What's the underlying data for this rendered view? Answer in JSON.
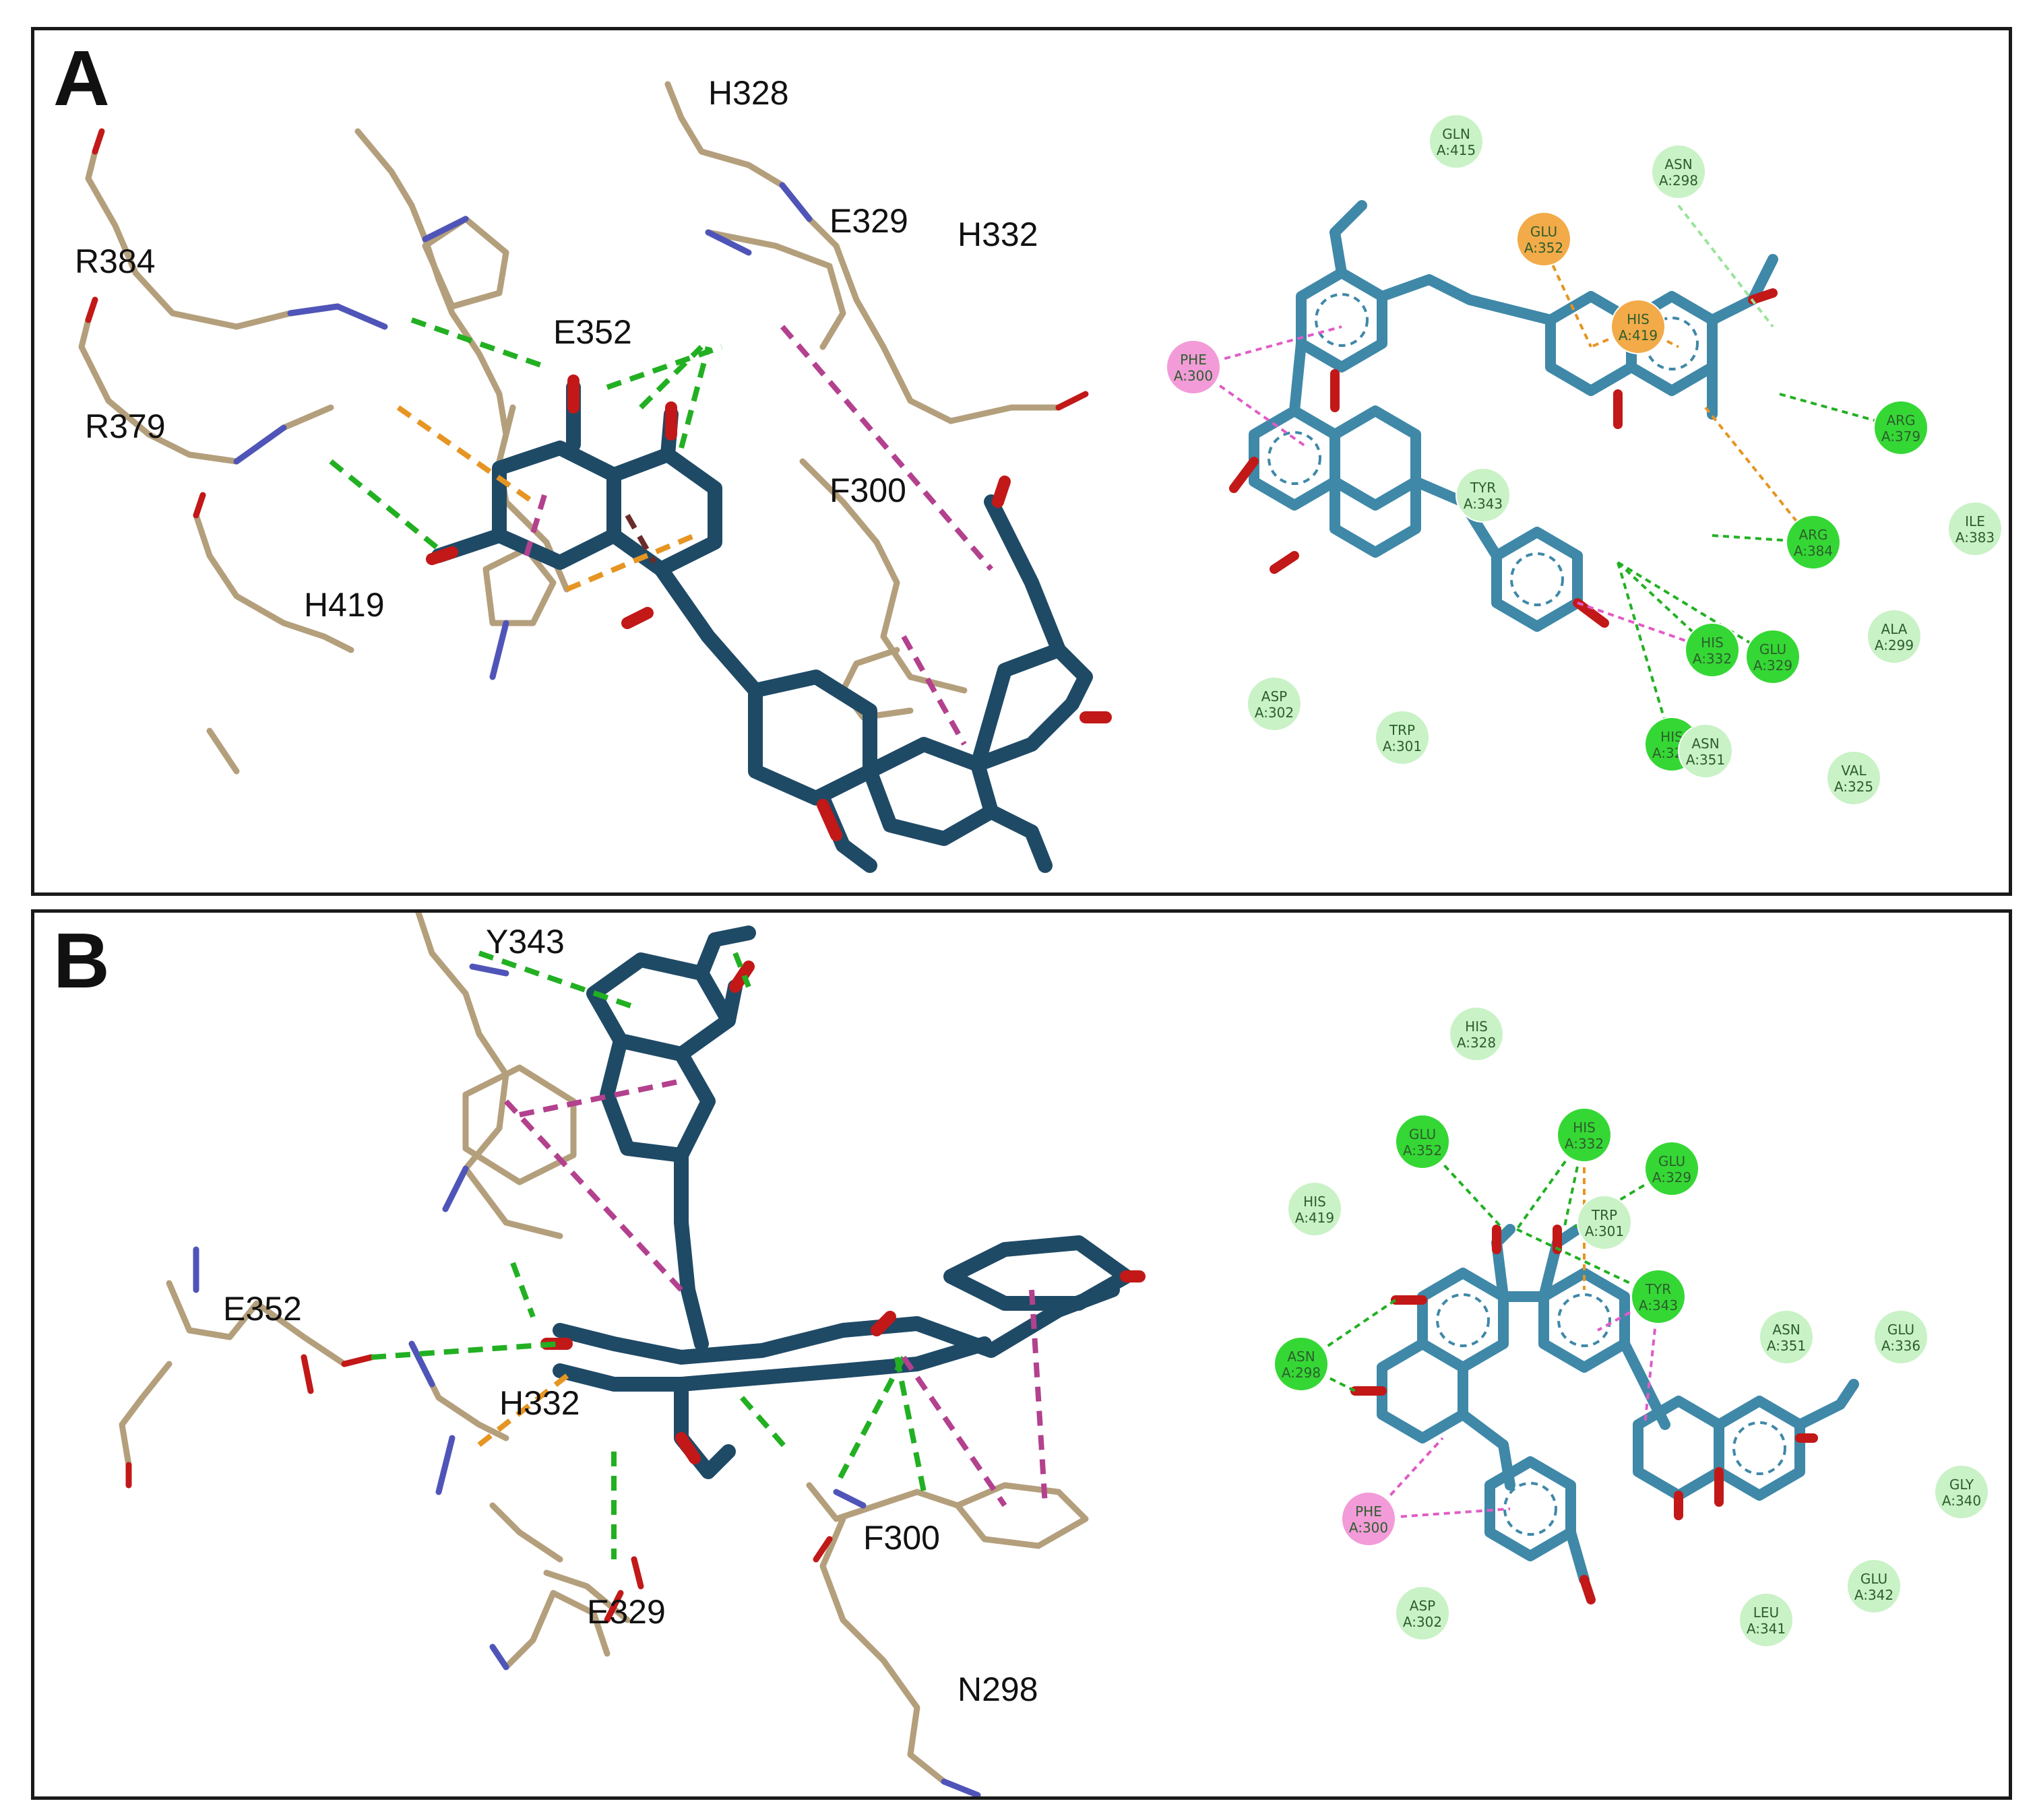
{
  "panels": {
    "a": {
      "letter": "A",
      "labels_3d": {
        "h328": "H328",
        "r384": "R384",
        "e329": "E329",
        "h332": "H332",
        "e352": "E352",
        "r379": "R379",
        "f300": "F300",
        "h419": "H419"
      },
      "residues_2d": {
        "gln415": {
          "name": "GLN",
          "id": "A:415",
          "kind": "vdw"
        },
        "asn298": {
          "name": "ASN",
          "id": "A:298",
          "kind": "vdw"
        },
        "glu352": {
          "name": "GLU",
          "id": "A:352",
          "kind": "pi-anion"
        },
        "his419": {
          "name": "HIS",
          "id": "A:419",
          "kind": "pi-anion"
        },
        "phe300": {
          "name": "PHE",
          "id": "A:300",
          "kind": "pi-pi"
        },
        "arg379": {
          "name": "ARG",
          "id": "A:379",
          "kind": "hbond"
        },
        "tyr343": {
          "name": "TYR",
          "id": "A:343",
          "kind": "vdw"
        },
        "ile383": {
          "name": "ILE",
          "id": "A:383",
          "kind": "vdw"
        },
        "arg384": {
          "name": "ARG",
          "id": "A:384",
          "kind": "hbond"
        },
        "his332": {
          "name": "HIS",
          "id": "A:332",
          "kind": "hbond"
        },
        "glu329": {
          "name": "GLU",
          "id": "A:329",
          "kind": "hbond"
        },
        "ala299": {
          "name": "ALA",
          "id": "A:299",
          "kind": "vdw"
        },
        "asp302": {
          "name": "ASP",
          "id": "A:302",
          "kind": "vdw"
        },
        "trp301": {
          "name": "TRP",
          "id": "A:301",
          "kind": "vdw"
        },
        "his328": {
          "name": "HIS",
          "id": "A:328",
          "kind": "hbond"
        },
        "asn351": {
          "name": "ASN",
          "id": "A:351",
          "kind": "vdw"
        },
        "val325": {
          "name": "VAL",
          "id": "A:325",
          "kind": "vdw"
        }
      }
    },
    "b": {
      "letter": "B",
      "labels_3d": {
        "y343": "Y343",
        "e352": "E352",
        "h332": "H332",
        "f300": "F300",
        "e329": "E329",
        "n298": "N298"
      },
      "residues_2d": {
        "his328": {
          "name": "HIS",
          "id": "A:328",
          "kind": "vdw"
        },
        "glu352": {
          "name": "GLU",
          "id": "A:352",
          "kind": "hbond"
        },
        "his332": {
          "name": "HIS",
          "id": "A:332",
          "kind": "hbond"
        },
        "glu329": {
          "name": "GLU",
          "id": "A:329",
          "kind": "hbond"
        },
        "his419": {
          "name": "HIS",
          "id": "A:419",
          "kind": "vdw"
        },
        "trp301": {
          "name": "TRP",
          "id": "A:301",
          "kind": "vdw"
        },
        "tyr343": {
          "name": "TYR",
          "id": "A:343",
          "kind": "hbond"
        },
        "asn298": {
          "name": "ASN",
          "id": "A:298",
          "kind": "hbond"
        },
        "asn351": {
          "name": "ASN",
          "id": "A:351",
          "kind": "vdw"
        },
        "glu336": {
          "name": "GLU",
          "id": "A:336",
          "kind": "vdw"
        },
        "phe300": {
          "name": "PHE",
          "id": "A:300",
          "kind": "pi-pi"
        },
        "gly340": {
          "name": "GLY",
          "id": "A:340",
          "kind": "vdw"
        },
        "asp302": {
          "name": "ASP",
          "id": "A:302",
          "kind": "vdw"
        },
        "glu342": {
          "name": "GLU",
          "id": "A:342",
          "kind": "vdw"
        },
        "leu341": {
          "name": "LEU",
          "id": "A:341",
          "kind": "vdw"
        }
      }
    }
  },
  "colors": {
    "ligand": "#1f4a66",
    "ligand_2d": "#3f88a8",
    "protein_carbon": "#b49f7c",
    "nitrogen": "#4f55b8",
    "oxygen": "#c21818",
    "hbond": "#22b022",
    "pi_pi": "#e05cc6",
    "pi_anion": "#e69522",
    "vdw_fill": "#c9f2c6",
    "hbond_fill": "#35d735",
    "pi_anion_fill": "#f2ab48",
    "pi_pi_fill": "#f29bd8"
  }
}
